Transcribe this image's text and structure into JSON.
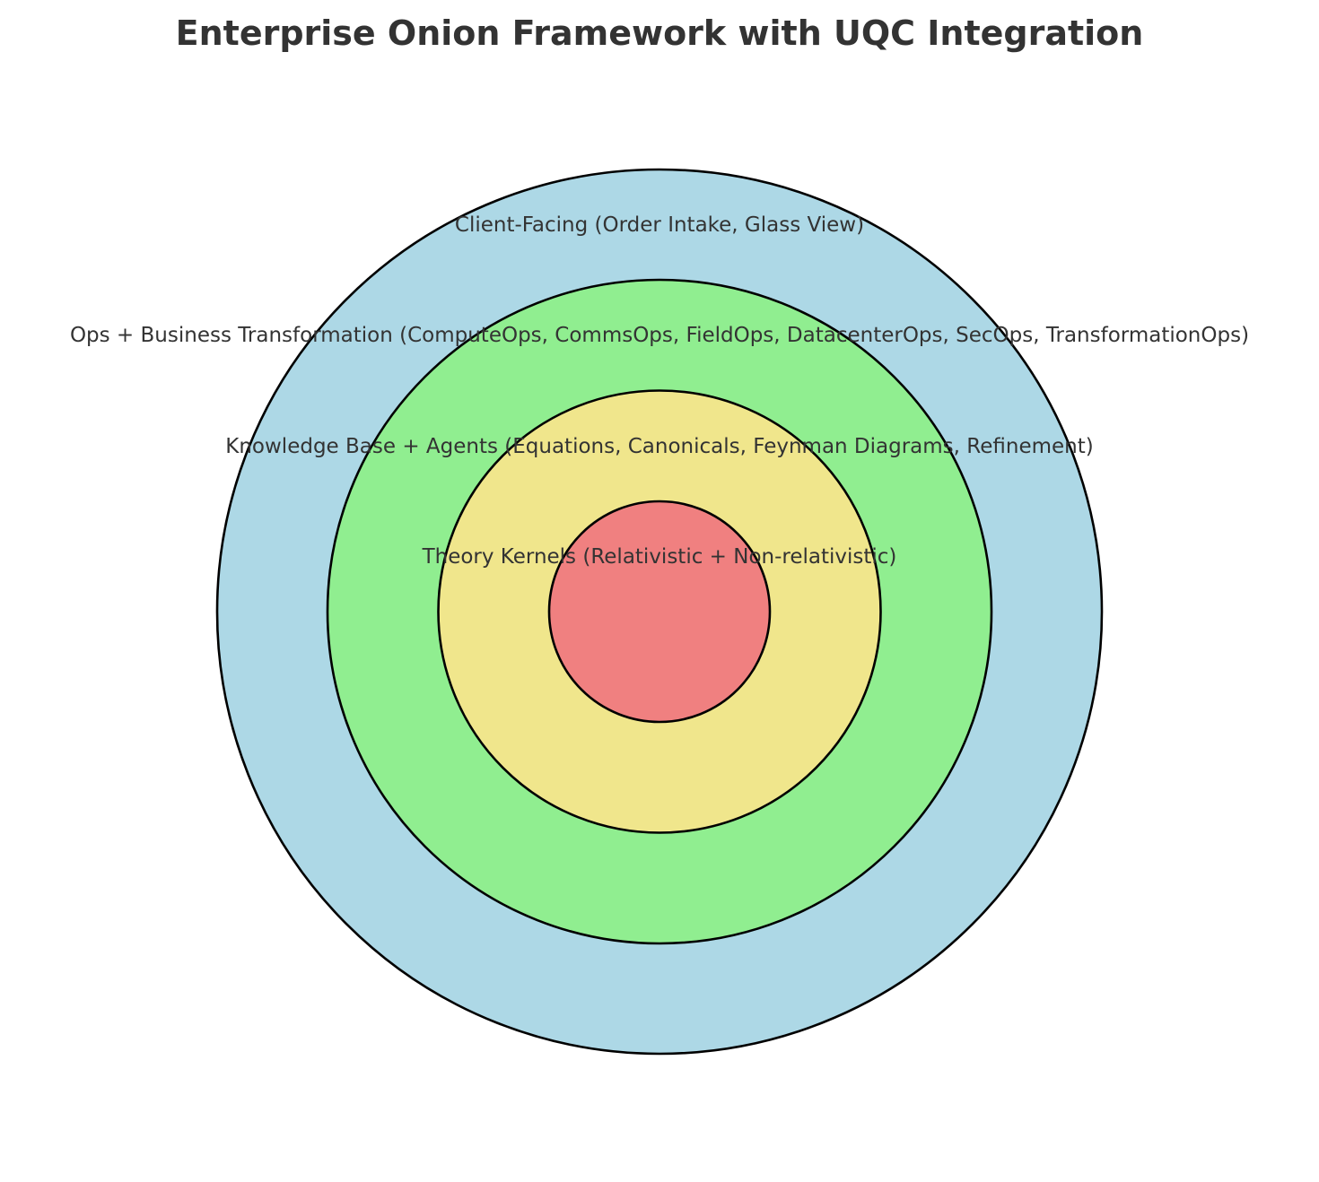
{
  "title": "Enterprise Onion Framework with UQC Integration",
  "layers": [
    {
      "label": "Client-Facing (Order Intake, Glass View)",
      "color": "#add8e6"
    },
    {
      "label": "Ops + Business Transformation (ComputeOps, CommsOps, FieldOps, DatacenterOps, SecOps, TransformationOps)",
      "color": "#90ee90"
    },
    {
      "label": "Knowledge Base + Agents (Equations, Canonicals, Feynman Diagrams, Refinement)",
      "color": "#f0e68c"
    },
    {
      "label": "Theory Kernels (Relativistic + Non-relativistic)",
      "color": "#f08080"
    }
  ],
  "outline_color": "#000000",
  "text_color": "#333333"
}
